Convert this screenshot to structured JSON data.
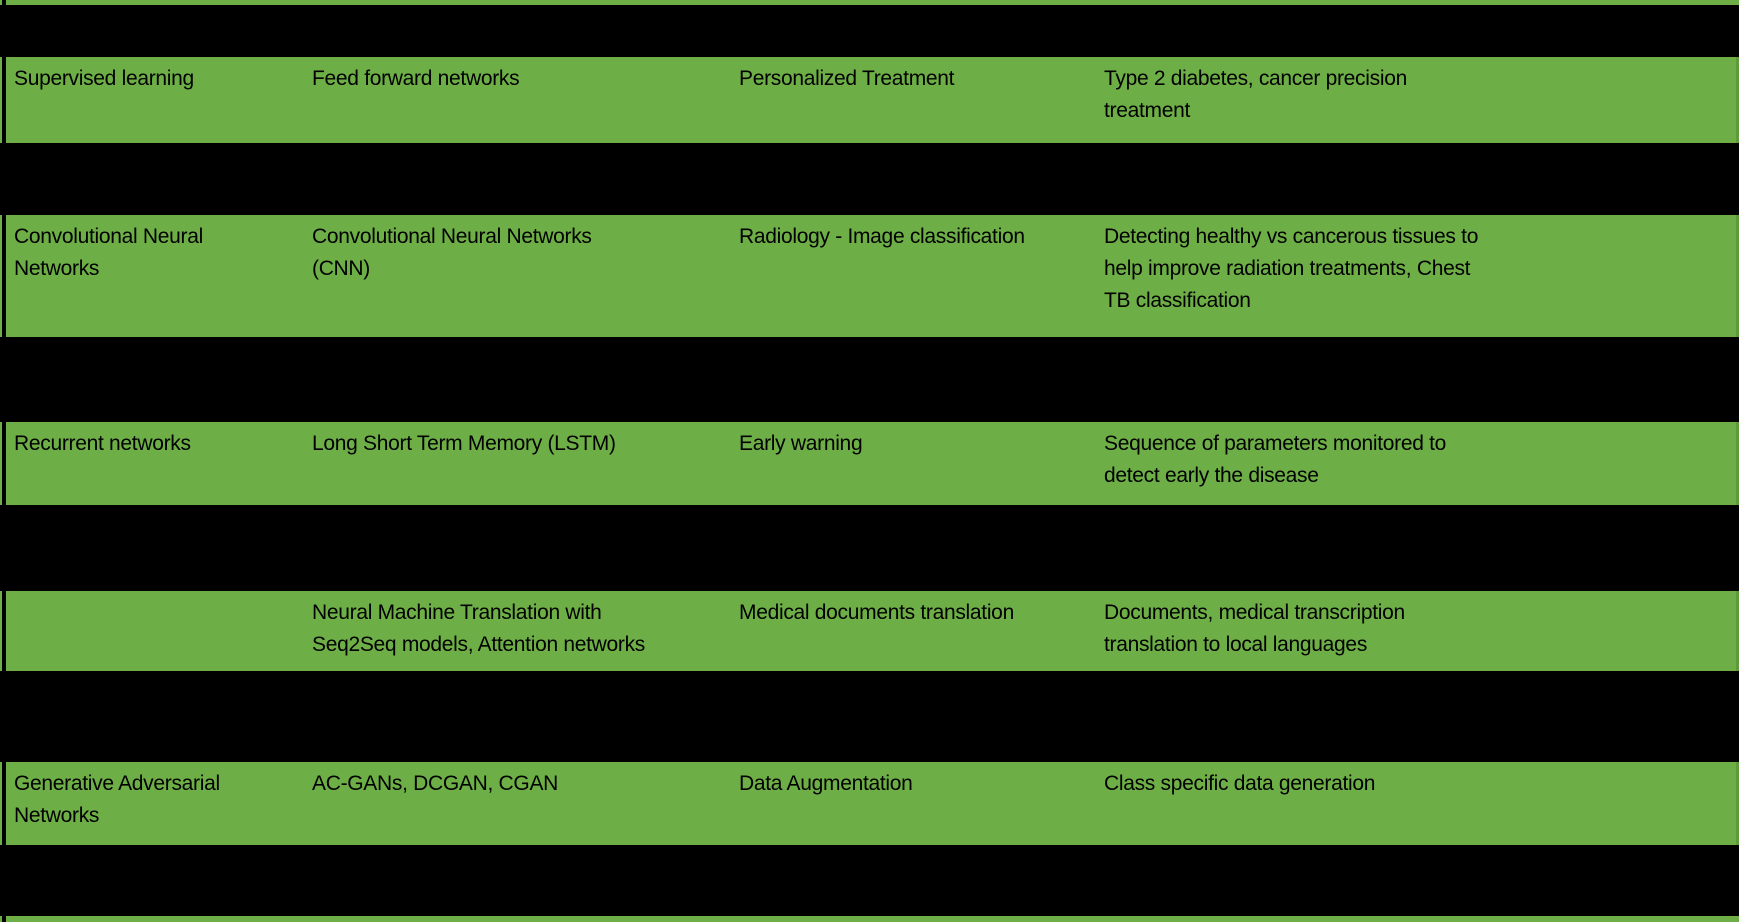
{
  "slide": {
    "background_color": "#000000",
    "table": {
      "row_fill_color": "#6DAF46",
      "row_edge_color": "#5E9A3A",
      "text_color": "#000000",
      "rows": [
        {
          "cells": [
            "Supervised learning",
            "Feed forward networks",
            "Personalized Treatment",
            "Type 2 diabetes, cancer precision\ntreatment"
          ]
        },
        {
          "cells": [
            "Convolutional Neural\nNetworks",
            "Convolutional Neural Networks\n(CNN)",
            "Radiology - Image classification",
            "Detecting healthy vs cancerous tissues to\nhelp improve radiation treatments, Chest\nTB classification"
          ]
        },
        {
          "cells": [
            "Recurrent networks",
            "Long Short Term Memory (LSTM)",
            "Early warning",
            "Sequence of parameters monitored to\ndetect early the disease"
          ]
        },
        {
          "cells": [
            "",
            "Neural Machine Translation with\nSeq2Seq models, Attention networks",
            "Medical documents translation",
            "Documents, medical transcription\ntranslation to local languages"
          ]
        },
        {
          "cells": [
            "Generative Adversarial\nNetworks",
            "AC-GANs, DCGAN, CGAN",
            "Data Augmentation",
            "Class specific data generation"
          ]
        }
      ]
    }
  }
}
